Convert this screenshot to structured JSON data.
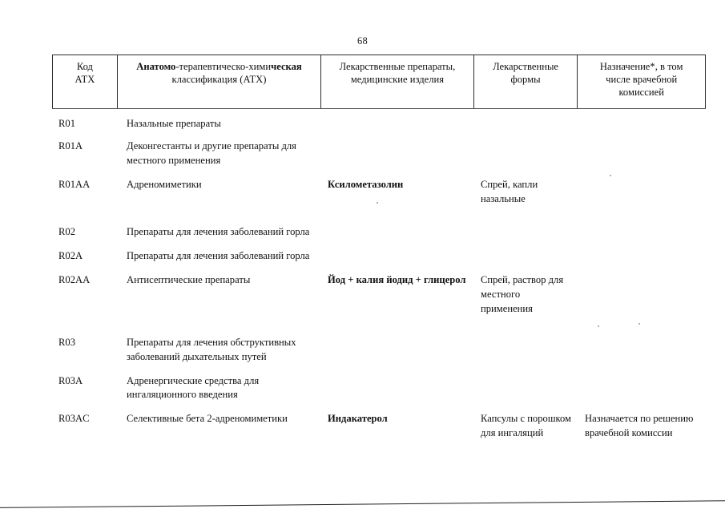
{
  "document": {
    "page_number": "68"
  },
  "table": {
    "headers": [
      {
        "line1": "Код",
        "line2": "АТХ"
      },
      {
        "line1_plain_a": "Анатомо",
        "line1_plain_b": "-терапевтическо-хими",
        "line1_plain_c": "ческая",
        "line2": "классификация (АТХ)"
      },
      {
        "line1": "Лекарственные препараты,",
        "line2": "медицинские изделия"
      },
      {
        "line1": "Лекарственные",
        "line2": "формы"
      },
      {
        "line1": "Назначение*, в том",
        "line2": "числе врачебной",
        "line3": "комиссией"
      }
    ],
    "rows": [
      {
        "code": "R01",
        "classification": "Назальные препараты",
        "drugs": "",
        "forms": "",
        "notes": ""
      },
      {
        "code": "R01A",
        "classification": "Деконгестанты и другие препараты для местного применения",
        "drugs": "",
        "forms": "",
        "notes": ""
      },
      {
        "code": "R01AA",
        "classification": "Адреномиметики",
        "drugs": "Ксилометазолин",
        "forms": "Спрей, капли назальные",
        "notes": ""
      },
      {
        "code": "R02",
        "classification": "Препараты для лечения заболеваний горла",
        "drugs": "",
        "forms": "",
        "notes": ""
      },
      {
        "code": "R02A",
        "classification": "Препараты для лечения заболеваний горла",
        "drugs": "",
        "forms": "",
        "notes": ""
      },
      {
        "code": "R02AA",
        "classification": "Антисептические препараты",
        "drugs": "Йод + калия йодид + глицерол",
        "forms": "Спрей, раствор для местного применения",
        "notes": ""
      },
      {
        "code": "R03",
        "classification": "Препараты для лечения обструктивных заболеваний дыхательных путей",
        "drugs": "",
        "forms": "",
        "notes": ""
      },
      {
        "code": "R03A",
        "classification": "Адренергические средства для ингаляционного введения",
        "drugs": "",
        "forms": "",
        "notes": ""
      },
      {
        "code": "R03AC",
        "classification": "Селективные бета 2-адреномиметики",
        "drugs": "Индакатерол",
        "forms": "Капсулы с порошком для ингаляций",
        "notes": "Назначается по решению врачебной комиссии"
      }
    ]
  }
}
